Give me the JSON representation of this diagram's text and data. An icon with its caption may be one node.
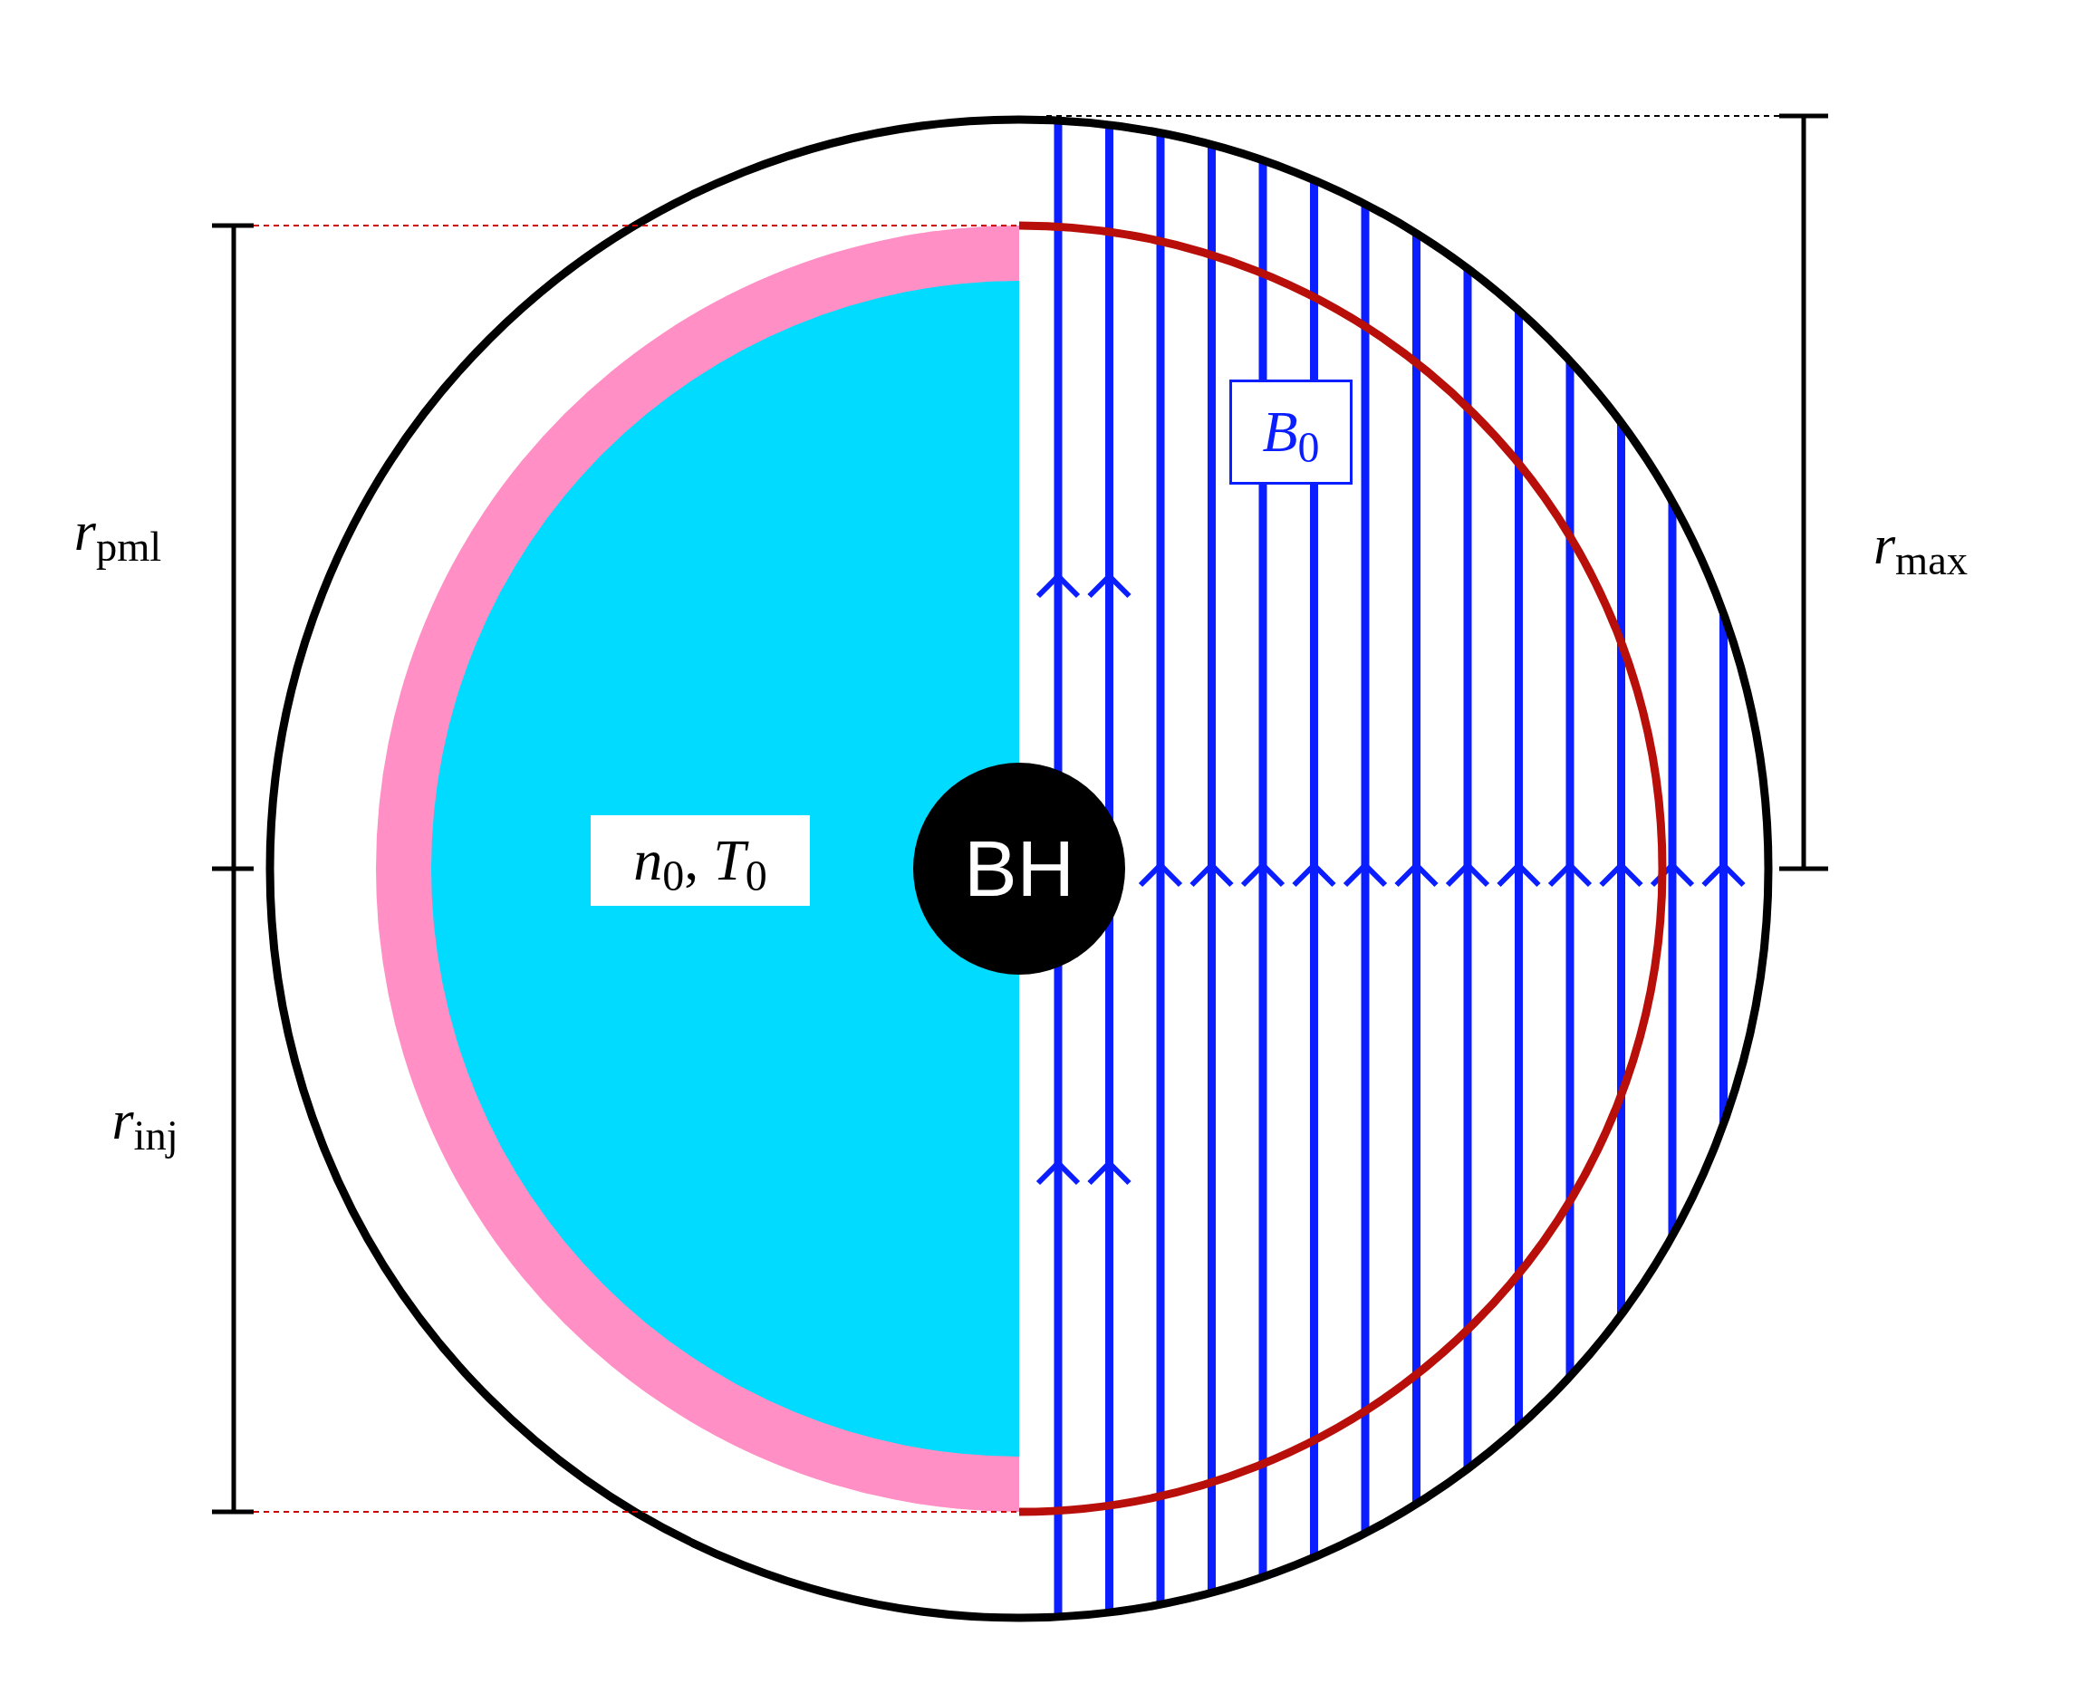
{
  "diagram": {
    "nodes": [
      {
        "text": [
          "BH"
        ]
      },
      {
        "text": [
          "*n*$_{0}$, *T*$_{0}$"
        ]
      },
      {
        "text": [
          "*B*$_{0}$"
        ]
      }
    ],
    "labels": [
      "*r*$_{pml}$",
      "*r*$_{inj}$",
      "*r*$_{max}$"
    ]
  }
}
